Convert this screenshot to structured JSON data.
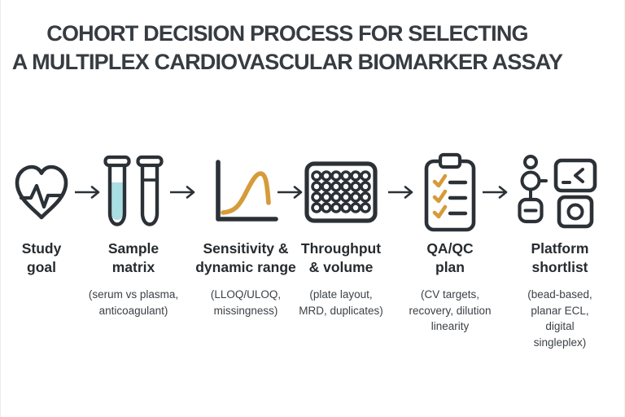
{
  "title": "COHORT DECISION PROCESS FOR SELECTING\nA MULTIPLEX CARDIOVASCULAR BIOMARKER ASSAY",
  "steps": [
    {
      "id": "study-goal",
      "icon": "heart-pulse-icon",
      "label": "Study\ngoal",
      "sub": ""
    },
    {
      "id": "sample-matrix",
      "icon": "test-tubes-icon",
      "label": "Sample\nmatrix",
      "sub": "(serum vs plasma,\nanticoagulant)"
    },
    {
      "id": "sensitivity-dynamic-range",
      "icon": "dose-response-curve-icon",
      "label": "Sensitivity &\ndynamic range",
      "sub": "(LLOQ/ULOQ,\nmissingness)"
    },
    {
      "id": "throughput-volume",
      "icon": "microplate-icon",
      "label": "Throughput\n& volume",
      "sub": "(plate layout,\nMRD, duplicates)"
    },
    {
      "id": "qa-qc-plan",
      "icon": "checklist-clipboard-icon",
      "label": "QA/QC\nplan",
      "sub": "(CV targets,\nrecovery, dilution\nlinearity"
    },
    {
      "id": "platform-shortlist",
      "icon": "platform-devices-icon",
      "label": "Platform\nshortlist",
      "sub": "(bead-based,\nplanar ECL,\ndigital\nsingleplex)"
    }
  ],
  "colors": {
    "ink": "#2b3136",
    "title_text": "#363c41",
    "accent_orange": "#d69b3a",
    "accent_teal": "#a9dee2"
  }
}
